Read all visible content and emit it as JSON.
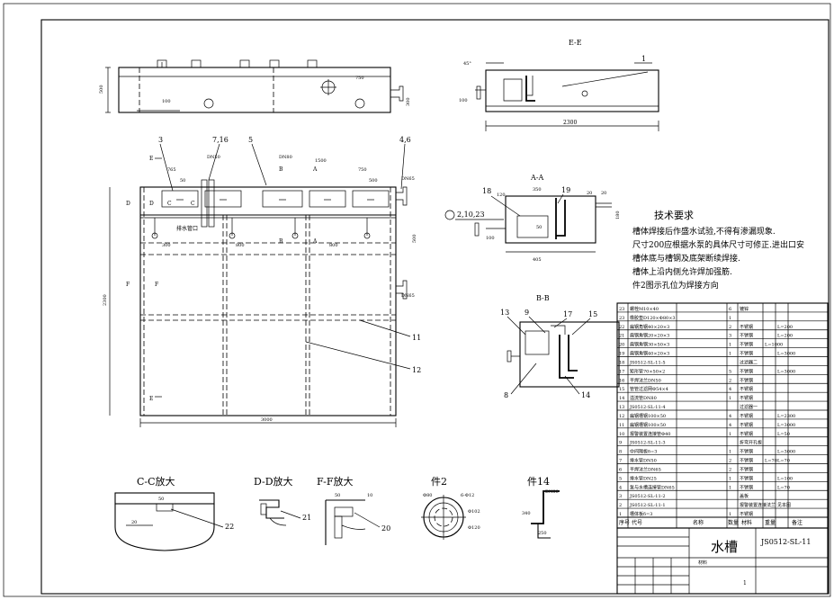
{
  "views": {
    "ee_title": "E-E",
    "aa_title": "A-A",
    "bb_title": "B-B",
    "cc_title": "C-C放大",
    "dd_title": "D-D放大",
    "ff_title": "F-F放大",
    "part2_title": "件2",
    "part14_title": "件14"
  },
  "dimensions": {
    "top_height": "500",
    "ee_length": "2300",
    "plan_length": "3000",
    "plan_height": "2300",
    "d750": "750",
    "d1500": "1500",
    "d800": "800",
    "d300": "300",
    "d100": "100",
    "d350": "350",
    "d405": "405",
    "d50": "50",
    "d20": "20",
    "dn80": "DN80",
    "dn50": "DN50",
    "dn65": "DN65",
    "drain_label": "排水管口"
  },
  "callouts": {
    "c1": "1",
    "c3": "3",
    "c7_16": "7,16",
    "c5": "5",
    "c4_6": "4,6",
    "c11": "11",
    "c12": "12",
    "c18": "18",
    "c19": "19",
    "c2_10_23": "2,10,23",
    "c13": "13",
    "c9": "9",
    "c17": "17",
    "c15": "15",
    "c8": "8",
    "c14": "14",
    "c22": "22",
    "c21": "21",
    "c20": "20"
  },
  "section_marks": {
    "e": "E",
    "a": "A",
    "b": "B",
    "c": "C",
    "d": "D",
    "f": "F"
  },
  "requirements": {
    "title": "技术要求",
    "lines": [
      "槽体焊接后作盛水试验,不得有渗漏现象.",
      "尺寸200应根据水泵的具体尺寸可修正.进出口安",
      "槽体底与槽钢及底架断续焊接.",
      "槽体上沿内侧允许焊加强筋.",
      "件2图示孔位为焊接方向"
    ]
  },
  "bom": {
    "rows": [
      [
        "23",
        "螺栓M10×40",
        "6",
        "镀锌",
        "",
        ""
      ],
      [
        "23",
        "橡胶垫D120×Φ80×3",
        "1",
        "",
        "",
        ""
      ],
      [
        "22",
        "扁钢角钢40×20×3",
        "2",
        "不锈钢",
        "",
        "L=200"
      ],
      [
        "21",
        "扁钢角钢20×20×3",
        "3",
        "不锈钢",
        "",
        "L=200"
      ],
      [
        "20",
        "扁钢角钢30×50×3",
        "1",
        "不锈钢",
        "L=1000",
        ""
      ],
      [
        "19",
        "扁钢角钢40×20×3",
        "1",
        "不锈钢",
        "",
        "L=3000"
      ],
      [
        "18",
        "JS0512-SL-11-5",
        "",
        "过滤器二",
        "",
        ""
      ],
      [
        "17",
        "矩形管70×50×2",
        "5",
        "不锈钢",
        "",
        "L=3000"
      ],
      [
        "16",
        "平焊法兰DN50",
        "2",
        "不锈钢",
        "",
        ""
      ],
      [
        "15",
        "管管过滤网Φ54×4",
        "4",
        "不锈钢",
        "",
        ""
      ],
      [
        "14",
        "溢流管DN80",
        "1",
        "不锈钢",
        "",
        ""
      ],
      [
        "13",
        "JS0512-SL-11-4",
        "",
        "过滤器一",
        "",
        ""
      ],
      [
        "12",
        "扁钢槽钢100×50",
        "4",
        "不锈钢",
        "",
        "L=2300"
      ],
      [
        "11",
        "扁钢槽钢100×50",
        "4",
        "不锈钢",
        "",
        "L=3000"
      ],
      [
        "10",
        "报警装置连接管Φ40",
        "1",
        "不锈钢",
        "",
        "L=50"
      ],
      [
        "9",
        "JS0512-SL-11-3",
        "",
        "折弯开孔板",
        "",
        ""
      ],
      [
        "8",
        "中间隔板δ=3",
        "1",
        "不锈钢",
        "",
        "L=3000"
      ],
      [
        "7",
        "排水管DN50",
        "2",
        "不锈钢",
        "L=70",
        "L=70"
      ],
      [
        "6",
        "平焊法兰DN65",
        "2",
        "不锈钢",
        "",
        ""
      ],
      [
        "5",
        "排水管DN25",
        "1",
        "不锈钢",
        "",
        "L=100"
      ],
      [
        "4",
        "泵与水槽连接管DN65",
        "1",
        "不锈钢",
        "",
        "L=70"
      ],
      [
        "3",
        "JS0512-SL-11-2",
        "",
        "盖板",
        "",
        ""
      ],
      [
        "2",
        "JS0512-SL-11-1",
        "",
        "报警装置连接法兰",
        "",
        "见本图"
      ],
      [
        "1",
        "槽体板δ=3",
        "1",
        "不锈钢",
        "",
        ""
      ]
    ],
    "header": {
      "seq": "序号",
      "code": "代号",
      "name": "名称",
      "qty": "数量",
      "material": "材料",
      "weight": "重量",
      "note": "备注"
    }
  },
  "title_block": {
    "name": "水槽",
    "drawing_no": "JS0512-SL-11",
    "material_label": "材料",
    "sheet": "1"
  }
}
